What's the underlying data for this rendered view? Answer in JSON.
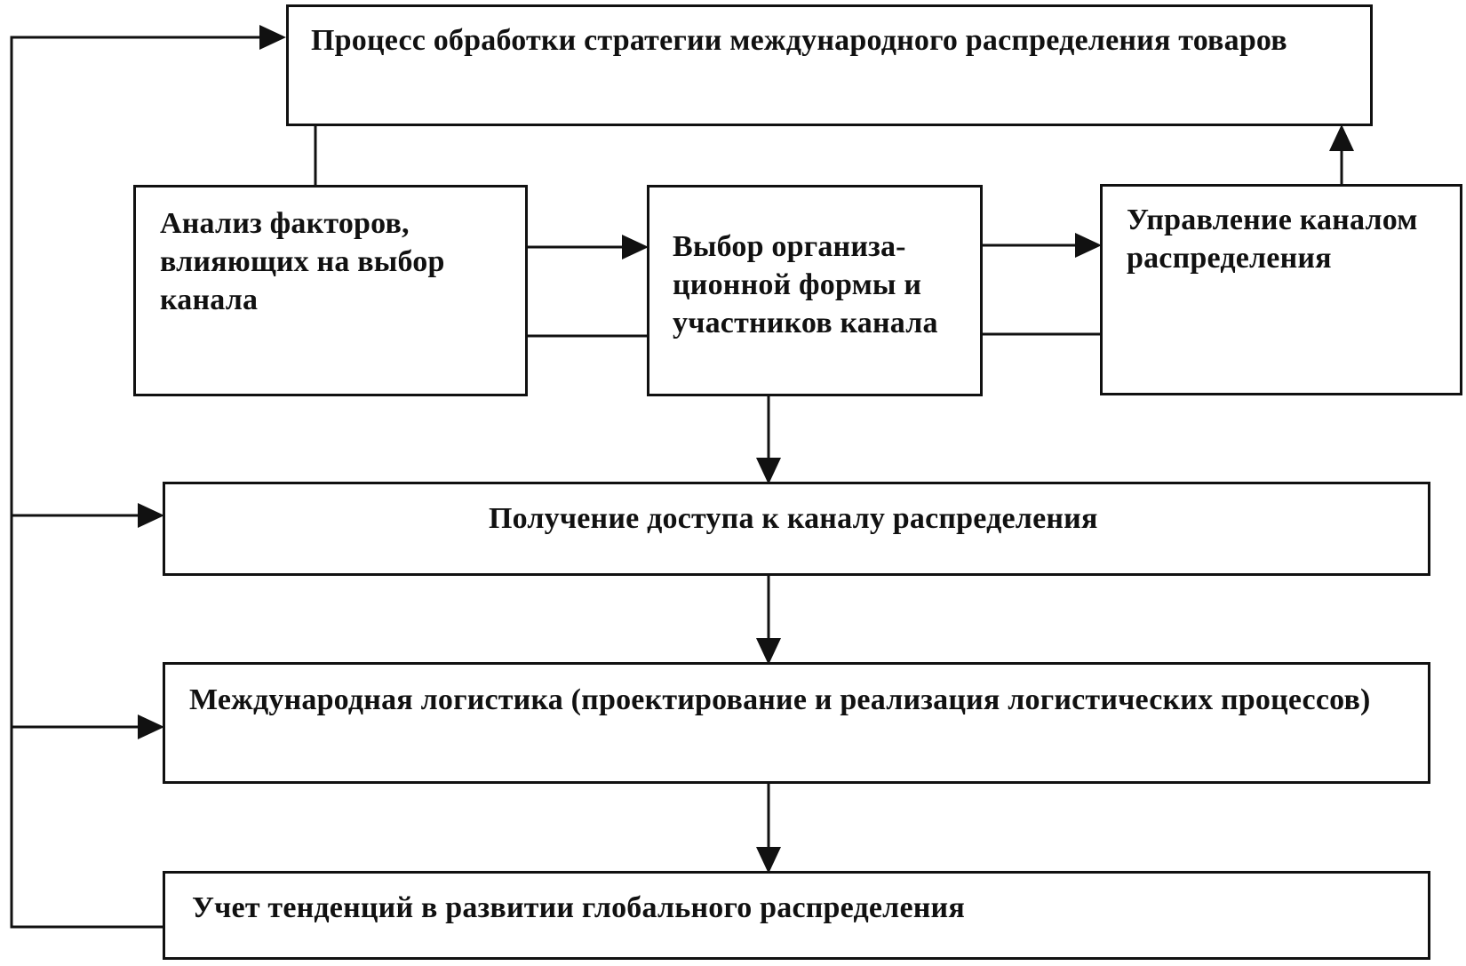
{
  "boxes": {
    "strategy": "Процесс обработки стратегии международного распределения товаров",
    "analysis": [
      "Анализ факторов,",
      "влияющих на выбор",
      "канала"
    ],
    "choice": [
      "Выбор организа-",
      "ционной формы и",
      "участников канала"
    ],
    "management": [
      "Управление каналом",
      "распределения"
    ],
    "access": "Получение доступа к каналу распределения",
    "logistics": "Международная логистика (проектирование и реализация логистических процессов)",
    "trends": "Учет тенденций в развитии глобального распределения"
  },
  "colors": {
    "line": "#111111",
    "background": "#ffffff"
  }
}
